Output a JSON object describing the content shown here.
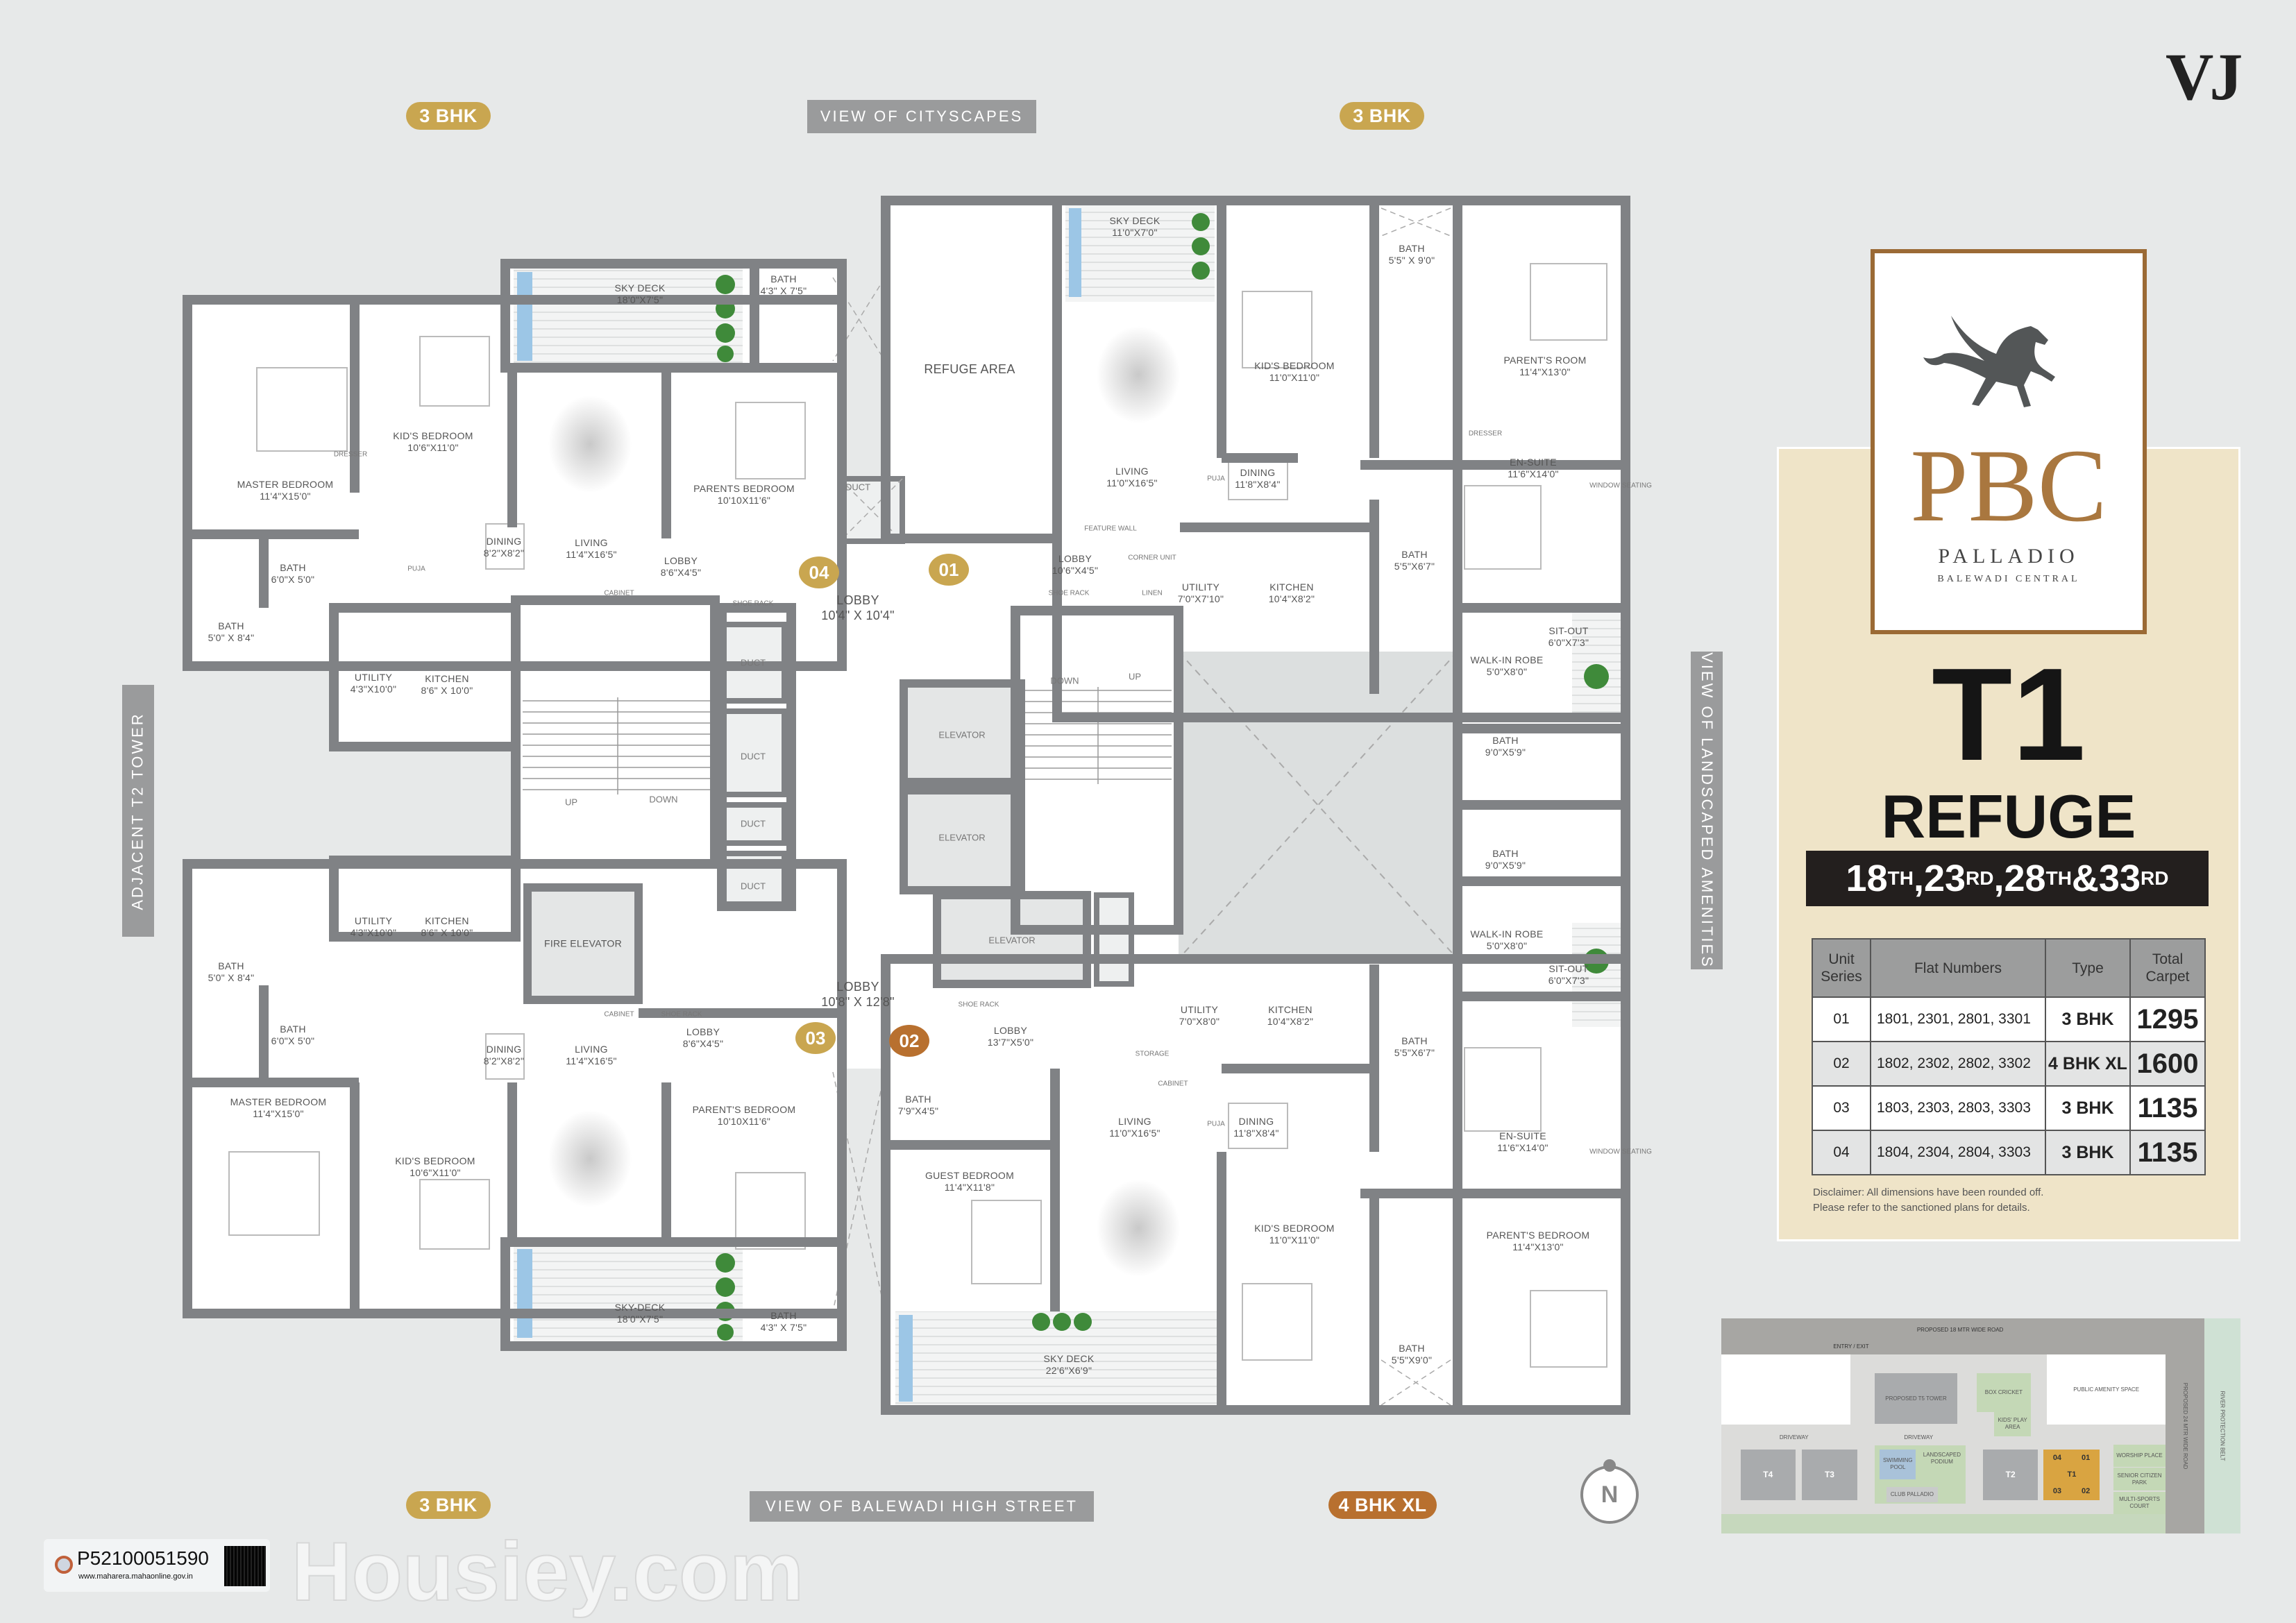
{
  "brand": {
    "vj": "VJ",
    "pbc": "PBC",
    "palladio": "PALLADIO",
    "location": "BALEWADI CENTRAL"
  },
  "tower": "T1",
  "floor_type": "REFUGE",
  "floors": [
    {
      "num": "18",
      "suffix": "TH",
      "sep": ","
    },
    {
      "num": "23",
      "suffix": "RD",
      "sep": ","
    },
    {
      "num": "28",
      "suffix": "TH",
      "sep": " &"
    },
    {
      "num": "33",
      "suffix": "RD",
      "sep": ""
    }
  ],
  "tags": {
    "top_left": "3 BHK",
    "top_right": "3 BHK",
    "bottom_left": "3 BHK",
    "bottom_right": "4 BHK XL"
  },
  "views": {
    "top": "VIEW OF CITYSCAPES",
    "bottom": "VIEW OF BALEWADI HIGH STREET",
    "left": "ADJACENT T2 TOWER",
    "right": "VIEW OF LANDSCAPED AMENITIES"
  },
  "compass": "N",
  "watermark": "Housiey.com",
  "unit_badges": {
    "u04": "04",
    "u01": "01",
    "u03": "03",
    "u02": "02"
  },
  "colors": {
    "gold": "#c9a650",
    "copper": "#b8702f",
    "panel": "#efe4c8",
    "wall": "#808285"
  },
  "table": {
    "headers": [
      "Unit Series",
      "Flat Numbers",
      "Type",
      "Total Carpet"
    ],
    "rows": [
      {
        "series": "01",
        "flats": "1801, 2301, 2801, 3301",
        "type": "3 BHK",
        "carpet": "1295"
      },
      {
        "series": "02",
        "flats": "1802, 2302, 2802, 3302",
        "type": "4 BHK XL",
        "carpet": "1600"
      },
      {
        "series": "03",
        "flats": "1803, 2303, 2803, 3303",
        "type": "3 BHK",
        "carpet": "1135"
      },
      {
        "series": "04",
        "flats": "1804, 2304, 2804, 3303",
        "type": "3 BHK",
        "carpet": "1135"
      }
    ]
  },
  "disclaimer": [
    "Disclaimer: All dimensions have been rounded off.",
    "Please refer to the sanctioned plans for details."
  ],
  "rera": {
    "number": "P52100051590",
    "url": "www.maharera.mahaonline.gov.in"
  },
  "rooms": [
    {
      "name": "SKY DECK",
      "dim": "18'0\"X7'5\""
    },
    {
      "name": "BATH",
      "dim": "4'3\" X 7'5\""
    },
    {
      "name": "KID'S BEDROOM",
      "dim": "10'6\"X11'0\""
    },
    {
      "name": "MASTER BEDROOM",
      "dim": "11'4\"X15'0\""
    },
    {
      "name": "PARENTS BEDROOM",
      "dim": "10'10X11'6\""
    },
    {
      "name": "DINING",
      "dim": "8'2\"X8'2\""
    },
    {
      "name": "LIVING",
      "dim": "11'4\"X16'5\""
    },
    {
      "name": "LOBBY",
      "dim": "8'6\"X4'5\""
    },
    {
      "name": "BATH",
      "dim": "6'0\"X 5'0\""
    },
    {
      "name": "BATH",
      "dim": "5'0\" X 8'4\""
    },
    {
      "name": "UTILITY",
      "dim": "4'3\"X10'0\""
    },
    {
      "name": "KITCHEN",
      "dim": "8'6\" X 10'0\""
    },
    {
      "name": "REFUGE AREA",
      "dim": ""
    },
    {
      "name": "LOBBY",
      "dim": "10'4\" X 10'4\""
    },
    {
      "name": "SKY DECK",
      "dim": "11'0\"X7'0\""
    },
    {
      "name": "KID'S BEDROOM",
      "dim": "11'0\"X11'0\""
    },
    {
      "name": "BATH",
      "dim": "5'5\" X 9'0\""
    },
    {
      "name": "PARENT'S ROOM",
      "dim": "11'4\"X13'0\""
    },
    {
      "name": "LIVING",
      "dim": "11'0\"X16'5\""
    },
    {
      "name": "DINING",
      "dim": "11'8\"X8'4\""
    },
    {
      "name": "EN-SUITE",
      "dim": "11'6\"X14'0\""
    },
    {
      "name": "LOBBY",
      "dim": "10'6\"X4'5\""
    },
    {
      "name": "UTILITY",
      "dim": "7'0\"X7'10\""
    },
    {
      "name": "KITCHEN",
      "dim": "10'4\"X8'2\""
    },
    {
      "name": "BATH",
      "dim": "5'5\"X6'7\""
    },
    {
      "name": "SIT-OUT",
      "dim": "6'0\"X7'3\""
    },
    {
      "name": "WALK-IN ROBE",
      "dim": "5'0\"X8'0\""
    },
    {
      "name": "BATH",
      "dim": "9'0\"X5'9\""
    },
    {
      "name": "BATH",
      "dim": "9'0\"X5'9\""
    },
    {
      "name": "WALK-IN ROBE",
      "dim": "5'0\"X8'0\""
    },
    {
      "name": "SIT-OUT",
      "dim": "6'0\"X7'3\""
    },
    {
      "name": "UTILITY",
      "dim": "7'0\"X8'0\""
    },
    {
      "name": "KITCHEN",
      "dim": "10'4\"X8'2\""
    },
    {
      "name": "BATH",
      "dim": "5'5\"X6'7\""
    },
    {
      "name": "LIVING",
      "dim": "11'0\"X16'5\""
    },
    {
      "name": "DINING",
      "dim": "11'8\"X8'4\""
    },
    {
      "name": "EN-SUITE",
      "dim": "11'6\"X14'0\""
    },
    {
      "name": "KID'S BEDROOM",
      "dim": "11'0\"X11'0\""
    },
    {
      "name": "PARENT'S BEDROOM",
      "dim": "11'4\"X13'0\""
    },
    {
      "name": "BATH",
      "dim": "5'5\"X9'0\""
    },
    {
      "name": "SKY DECK",
      "dim": "22'6\"X6'9\""
    },
    {
      "name": "GUEST BEDROOM",
      "dim": "11'4\"X11'8\""
    },
    {
      "name": "BATH",
      "dim": "7'9\"X4'5\""
    },
    {
      "name": "LOBBY",
      "dim": "13'7\"X5'0\""
    },
    {
      "name": "LOBBY",
      "dim": "10'8\" X 12'8\""
    },
    {
      "name": "UTILITY",
      "dim": "4'3\"X10'0\""
    },
    {
      "name": "KITCHEN",
      "dim": "8'6\" X 10'0\""
    },
    {
      "name": "FIRE ELEVATOR",
      "dim": ""
    },
    {
      "name": "BATH",
      "dim": "5'0\" X 8'4\""
    },
    {
      "name": "BATH",
      "dim": "6'0\"X 5'0\""
    },
    {
      "name": "DINING",
      "dim": "8'2\"X8'2\""
    },
    {
      "name": "LIVING",
      "dim": "11'4\"X16'5\""
    },
    {
      "name": "LOBBY",
      "dim": "8'6\"X4'5\""
    },
    {
      "name": "PARENT'S BEDROOM",
      "dim": "10'10X11'6\""
    },
    {
      "name": "MASTER BEDROOM",
      "dim": "11'4\"X15'0\""
    },
    {
      "name": "KID'S BEDROOM",
      "dim": "10'6\"X11'0\""
    },
    {
      "name": "SKY-DECK",
      "dim": "18'0\"X7'5\""
    },
    {
      "name": "BATH",
      "dim": "4'3\" X 7'5\""
    }
  ],
  "fixtures": [
    "DUCT",
    "DUCT",
    "DUCT",
    "DUCT",
    "DUCT",
    "ELEVATOR",
    "ELEVATOR",
    "ELEVATOR",
    "UP",
    "DOWN",
    "DOWN",
    "UP",
    "CABINET",
    "SHOE RACK",
    "SHOE RACK",
    "CORNER UNIT",
    "LINEN",
    "FEATURE WALL",
    "STORAGE",
    "CABINET",
    "CABINET",
    "SHOE RACK",
    "SHOE RACK",
    "PUJA",
    "PUJA",
    "PUJA",
    "WINDOW SEATING",
    "WINDOW SEATING",
    "DRESSER",
    "DRESSER"
  ],
  "site_map": {
    "road_top": "PROPOSED 18 MTR WIDE ROAD",
    "road_right": "PROPOSED 24 MTR WIDE ROAD",
    "river": "RIVER PROTECTION BELT",
    "entry": "ENTRY / EXIT",
    "t5": "PROPOSED T5 TOWER",
    "box_cricket": "BOX CRICKET",
    "kids_play": "KIDS' PLAY AREA",
    "public_amenity": "PUBLIC AMENITY SPACE",
    "driveway_1": "DRIVEWAY",
    "driveway_2": "DRIVEWAY",
    "pool": "SWIMMING POOL",
    "podium": "LANDSCAPED PODIUM",
    "club": "CLUB PALLADIO",
    "worship": "WORSHIP PLACE",
    "senior": "SENIOR CITIZEN PARK",
    "sports": "MULTI-SPORTS COURT",
    "towers": [
      "T4",
      "T3",
      "T2",
      "T1"
    ],
    "t1_units": [
      "04",
      "01",
      "03",
      "02"
    ]
  }
}
